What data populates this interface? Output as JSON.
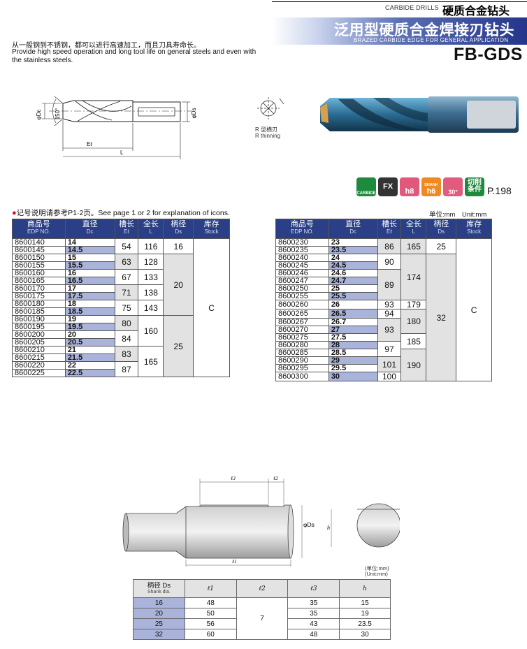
{
  "header": {
    "category_en": "CARBIDE DRILLS",
    "category_cn": "硬质合金钻头",
    "title_cn": "泛用型硬质合金焊接刃钻头",
    "title_en": "BRAZED CARBIDE EDGE FOR GENERAL APPLICATION",
    "model": "FB-GDS"
  },
  "intro": {
    "cn": "从一般钢到不锈钢，都可以进行高速加工，而且刀具寿命长。",
    "en": "Provide high speed operation and long tool life on general steels and even with the stainless steels."
  },
  "drawing": {
    "dc_label": "φDc",
    "ds_label": "φDs",
    "angle_label": "150°",
    "el_label": "Eℓ",
    "l_label": "L",
    "r_thinning_cn": "R 型横刃",
    "r_thinning_en": "R thinning"
  },
  "icons": [
    {
      "name": "carbide-icon",
      "label": "CARBIDE",
      "color": "#1e8a3e"
    },
    {
      "name": "fx-icon",
      "label": "FX",
      "color": "#333333"
    },
    {
      "name": "h8-icon",
      "label": "h8",
      "color": "#e0587a"
    },
    {
      "name": "shank-h6-icon",
      "label": "SHANK",
      "sub": "h6",
      "color": "#ee8a1f"
    },
    {
      "name": "angle-30-icon",
      "label": "30°",
      "color": "#e05b7e"
    },
    {
      "name": "cutting-condition-icon",
      "label": "切削",
      "sub": "条件",
      "color": "#1e8a3e"
    }
  ],
  "page_ref": "P.198",
  "note": "记号说明请参考P1·2页。See page 1 or 2 for explanation of icons.",
  "unit": "单位:mm　Unit:mm",
  "table_headers": {
    "edp_cn": "商品号",
    "edp_en": "EDP NO.",
    "dc_cn": "直径",
    "dc_en": "Dc",
    "el_cn": "槽长",
    "el_en": "Eℓ",
    "l_cn": "全长",
    "l_en": "L",
    "ds_cn": "柄径",
    "ds_en": "Ds",
    "stock_cn": "库存",
    "stock_en": "Stock"
  },
  "left_table": {
    "rows": [
      {
        "edp": "8600140",
        "dc": "14"
      },
      {
        "edp": "8600145",
        "dc": "14.5"
      },
      {
        "edp": "8600150",
        "dc": "15"
      },
      {
        "edp": "8600155",
        "dc": "15.5"
      },
      {
        "edp": "8600160",
        "dc": "16"
      },
      {
        "edp": "8600165",
        "dc": "16.5"
      },
      {
        "edp": "8600170",
        "dc": "17"
      },
      {
        "edp": "8600175",
        "dc": "17.5"
      },
      {
        "edp": "8600180",
        "dc": "18"
      },
      {
        "edp": "8600185",
        "dc": "18.5"
      },
      {
        "edp": "8600190",
        "dc": "19"
      },
      {
        "edp": "8600195",
        "dc": "19.5"
      },
      {
        "edp": "8600200",
        "dc": "20"
      },
      {
        "edp": "8600205",
        "dc": "20.5"
      },
      {
        "edp": "8600210",
        "dc": "21"
      },
      {
        "edp": "8600215",
        "dc": "21.5"
      },
      {
        "edp": "8600220",
        "dc": "22"
      },
      {
        "edp": "8600225",
        "dc": "22.5"
      }
    ],
    "el": [
      "54",
      "63",
      "67",
      "71",
      "75",
      "80",
      "84",
      "83",
      "87"
    ],
    "l": [
      "116",
      "128",
      "133",
      "138",
      "143",
      "160",
      "165"
    ],
    "ds": [
      "16",
      "20",
      "25"
    ],
    "stock": "C"
  },
  "right_table": {
    "rows": [
      {
        "edp": "8600230",
        "dc": "23"
      },
      {
        "edp": "8600235",
        "dc": "23.5"
      },
      {
        "edp": "8600240",
        "dc": "24"
      },
      {
        "edp": "8600245",
        "dc": "24.5"
      },
      {
        "edp": "8600246",
        "dc": "24.6"
      },
      {
        "edp": "8600247",
        "dc": "24.7"
      },
      {
        "edp": "8600250",
        "dc": "25"
      },
      {
        "edp": "8600255",
        "dc": "25.5"
      },
      {
        "edp": "8600260",
        "dc": "26"
      },
      {
        "edp": "8600265",
        "dc": "26.5"
      },
      {
        "edp": "8600267",
        "dc": "26.7"
      },
      {
        "edp": "8600270",
        "dc": "27"
      },
      {
        "edp": "8600275",
        "dc": "27.5"
      },
      {
        "edp": "8600280",
        "dc": "28"
      },
      {
        "edp": "8600285",
        "dc": "28.5"
      },
      {
        "edp": "8600290",
        "dc": "29"
      },
      {
        "edp": "8600295",
        "dc": "29.5"
      },
      {
        "edp": "8600300",
        "dc": "30"
      }
    ],
    "el": [
      "86",
      "90",
      "89",
      "93",
      "94",
      "93",
      "97",
      "101",
      "100"
    ],
    "l": [
      "165",
      "174",
      "179",
      "180",
      "185",
      "190"
    ],
    "ds": [
      "25",
      "32"
    ],
    "stock": "C"
  },
  "shank_drawing": {
    "l1": "ℓ1",
    "l2": "ℓ2",
    "l3": "ℓ3",
    "h": "h",
    "ds": "φDs"
  },
  "unit2_cn": "(单位:mm)",
  "unit2_en": "(Unit:mm)",
  "shank_table": {
    "headers": {
      "ds_cn": "柄径 Ds",
      "ds_en": "Shank dia.",
      "l1": "ℓ1",
      "l2": "ℓ2",
      "l3": "ℓ3",
      "h": "h"
    },
    "rows": [
      {
        "ds": "16",
        "l1": "48",
        "l3": "35",
        "h": "15"
      },
      {
        "ds": "20",
        "l1": "50",
        "l3": "35",
        "h": "19"
      },
      {
        "ds": "25",
        "l1": "56",
        "l3": "43",
        "h": "23.5"
      },
      {
        "ds": "32",
        "l1": "60",
        "l3": "48",
        "h": "30"
      }
    ],
    "l2": "7"
  }
}
